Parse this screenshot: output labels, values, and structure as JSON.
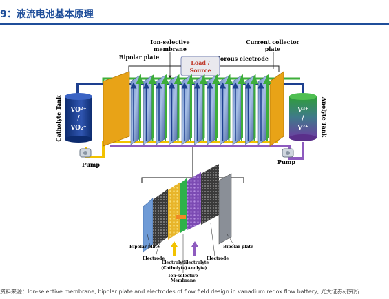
{
  "header": {
    "title": "9：液流电池基本原理"
  },
  "labels": {
    "ion_selective_membrane": "Ion-selective membrane",
    "current_collector_plate": "Current collector plate",
    "bipolar_plate": "Bipolar plate",
    "porous_electrode": "Porous electrode",
    "load_source": "Load / Source",
    "catholyte_tank": "Catholyte Tank",
    "anolyte_tank": "Anolyte Tank",
    "catholyte_species": [
      "VO²⁺",
      "/",
      "VO₂⁺"
    ],
    "anolyte_species": [
      "V³⁺",
      "/",
      "V²⁺"
    ],
    "pump_left": "Pump",
    "pump_right": "Pump",
    "detail_bipolar_plate_left": "Bipolar plate",
    "detail_bipolar_plate_right": "Bipolar plate",
    "detail_electrode_left": "Electrode",
    "detail_electrode_right": "Electrode",
    "detail_electrolyte_catholyte": "Electrolyte (Catholyte)",
    "detail_electrolyte_anolyte": "Electrolyte (Anolyte)",
    "detail_membrane": "Ion-selective Membrane"
  },
  "footer": {
    "text": "资料来源：Ion-selective membrane, bipolar plate and electrodes of flow field design in vanadium redox flow battery, 光大证券研究所"
  },
  "colors": {
    "title_blue": "#1f4e9a",
    "green_pipe": "#3dae3a",
    "blue_pipe": "#1d3f8f",
    "purple_pipe": "#8e5bbf",
    "yellow_arrow": "#f2c200",
    "orange_plate": "#e8a317"
  }
}
